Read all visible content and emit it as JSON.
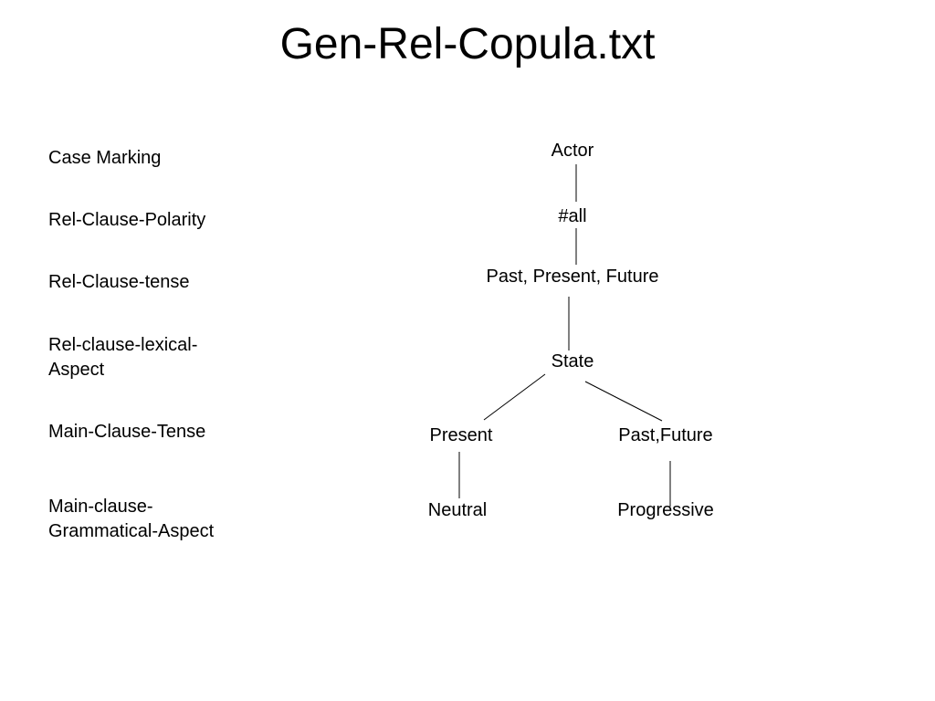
{
  "slide": {
    "title": "Gen-Rel-Copula.txt"
  },
  "row_labels": [
    "Case Marking",
    "Rel-Clause-Polarity",
    "Rel-Clause-tense",
    "Rel-clause-lexical-\nAspect",
    "Main-Clause-Tense",
    "Main-clause-\nGrammatical-Aspect"
  ],
  "tree": {
    "nodes": {
      "actor": "Actor",
      "all": "#all",
      "tense": "Past, Present, Future",
      "state": "State",
      "present": "Present",
      "past_future": "Past,Future",
      "neutral": "Neutral",
      "progressive": "Progressive"
    },
    "edges": [
      [
        "actor",
        "all"
      ],
      [
        "all",
        "tense"
      ],
      [
        "tense",
        "state"
      ],
      [
        "state",
        "present"
      ],
      [
        "state",
        "past_future"
      ],
      [
        "present",
        "neutral"
      ],
      [
        "past_future",
        "progressive"
      ]
    ]
  }
}
